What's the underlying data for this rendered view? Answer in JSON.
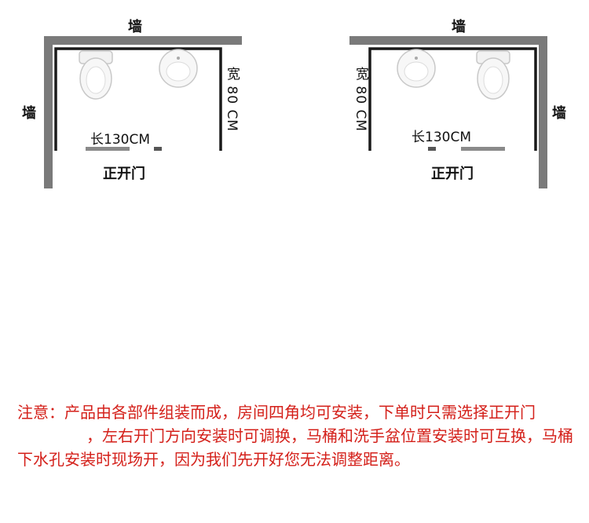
{
  "left_diagram": {
    "wall_top": "墙",
    "wall_side": "墙",
    "width_label": "宽 80 CM",
    "length_label": "长130CM",
    "door_label": "正开门"
  },
  "right_diagram": {
    "wall_top": "墙",
    "wall_side": "墙",
    "width_label": "宽 80 CM",
    "length_label": "长130CM",
    "door_label": "正开门"
  },
  "note": {
    "part1": "注意：产品由各部件组装而成，房间四角均可安装，下单时只需选择正开门",
    "part2": "，左右开门方向安装时可调换，马桶和洗手盆位置安装时可互换，马桶下水孔安装时现场开，因为我们先开好您无法调整距离。"
  },
  "colors": {
    "wall": "#7a7a7a",
    "frame": "#1a1a1a",
    "fixture": "#c8c8c8",
    "note_text": "#d4201a"
  },
  "icons": [
    "toilet-icon",
    "washbasin-icon"
  ]
}
